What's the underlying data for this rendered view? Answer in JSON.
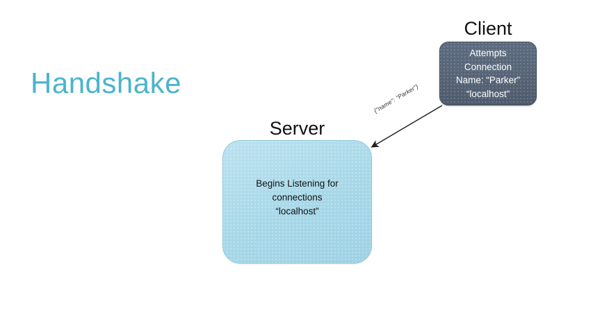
{
  "slide": {
    "title": "Handshake",
    "title_color": "#4BB4CC",
    "background_color": "#FFFFFF"
  },
  "nodes": {
    "client": {
      "caption": "Client",
      "fill_color": "#5A6B80",
      "text_color": "#FFFFFF",
      "lines": [
        "Attempts",
        "Connection",
        "Name: “Parker”",
        "“localhost”"
      ],
      "text": "Attempts\nConnection\nName: “Parker”\n“localhost”"
    },
    "server": {
      "caption": "Server",
      "fill_color": "#A9D9E9",
      "text_color": "#111111",
      "lines": [
        "Begins Listening for",
        "connections",
        "“localhost”"
      ],
      "text": "Begins Listening for\nconnections\n“localhost”"
    }
  },
  "connector": {
    "label": "{\"name\": \"Parker\"}",
    "from": "client",
    "to": "server",
    "direction": "client-to-server",
    "color": "#1F1F1F"
  }
}
